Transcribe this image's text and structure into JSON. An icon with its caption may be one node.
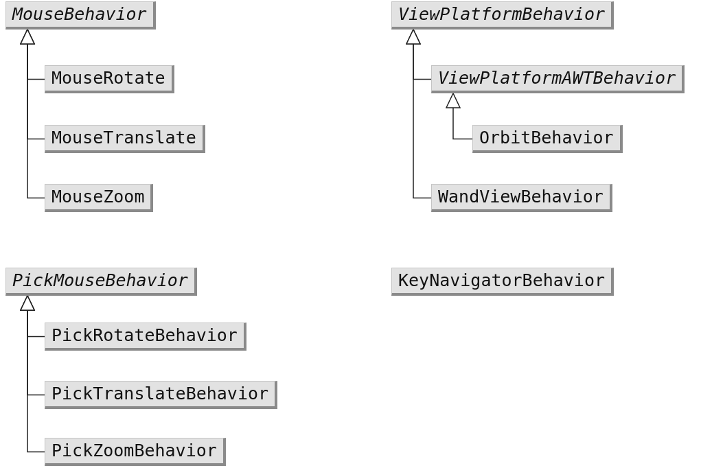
{
  "diagram": {
    "nodes": [
      {
        "text": [
          "MouseBehavior"
        ]
      },
      {
        "text": [
          "MouseRotate"
        ]
      },
      {
        "text": [
          "MouseTranslate"
        ]
      },
      {
        "text": [
          "MouseZoom"
        ]
      },
      {
        "text": [
          "PickMouseBehavior"
        ]
      },
      {
        "text": [
          "PickRotateBehavior"
        ]
      },
      {
        "text": [
          "PickTranslateBehavior"
        ]
      },
      {
        "text": [
          "PickZoomBehavior"
        ]
      },
      {
        "text": [
          "ViewPlatformBehavior"
        ]
      },
      {
        "text": [
          "ViewPlatformAWTBehavior"
        ]
      },
      {
        "text": [
          "OrbitBehavior"
        ]
      },
      {
        "text": [
          "WandViewBehavior"
        ]
      },
      {
        "text": [
          "KeyNavigatorBehavior"
        ]
      }
    ],
    "edges": [
      {
        "from": 1,
        "to": 0,
        "arrow": "to"
      },
      {
        "from": 2,
        "to": 0,
        "arrow": "to"
      },
      {
        "from": 3,
        "to": 0,
        "arrow": "to"
      },
      {
        "from": 5,
        "to": 4,
        "arrow": "to"
      },
      {
        "from": 6,
        "to": 4,
        "arrow": "to"
      },
      {
        "from": 7,
        "to": 4,
        "arrow": "to"
      },
      {
        "from": 9,
        "to": 8,
        "arrow": "to"
      },
      {
        "from": 10,
        "to": 9,
        "arrow": "to"
      },
      {
        "from": 11,
        "to": 8,
        "arrow": "to"
      }
    ]
  }
}
